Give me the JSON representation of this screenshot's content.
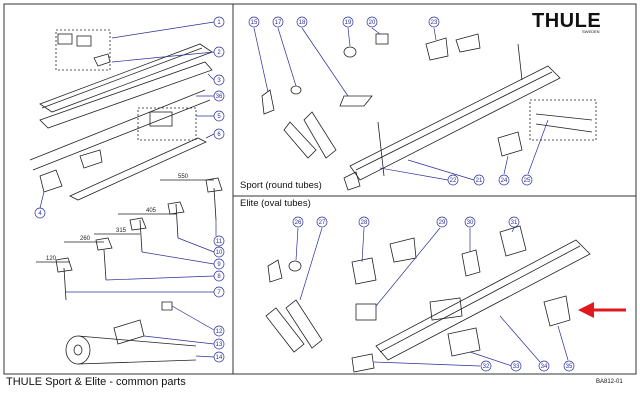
{
  "logo": {
    "text": "THULE",
    "sub": "SWEDEN"
  },
  "footer": {
    "title": "THULE Sport & Elite - common parts",
    "code": "BA812-01"
  },
  "sections": {
    "sport": "Sport (round tubes)",
    "elite": "Elite (oval tubes)"
  },
  "callouts": {
    "left": [
      "1",
      "2",
      "3",
      "36",
      "5",
      "6",
      "4",
      "11",
      "10",
      "9",
      "8",
      "7",
      "12",
      "13",
      "14"
    ],
    "sport": [
      "15",
      "17",
      "18",
      "19",
      "20",
      "23",
      "22",
      "21",
      "24",
      "25"
    ],
    "elite": [
      "26",
      "27",
      "28",
      "29",
      "30",
      "31",
      "32",
      "33",
      "34",
      "35"
    ]
  },
  "dimensions": [
    "550",
    "405",
    "315",
    "260",
    "120"
  ],
  "colors": {
    "line": "#222222",
    "callout": "#2b2f9a",
    "arrow": "#e0191e"
  }
}
